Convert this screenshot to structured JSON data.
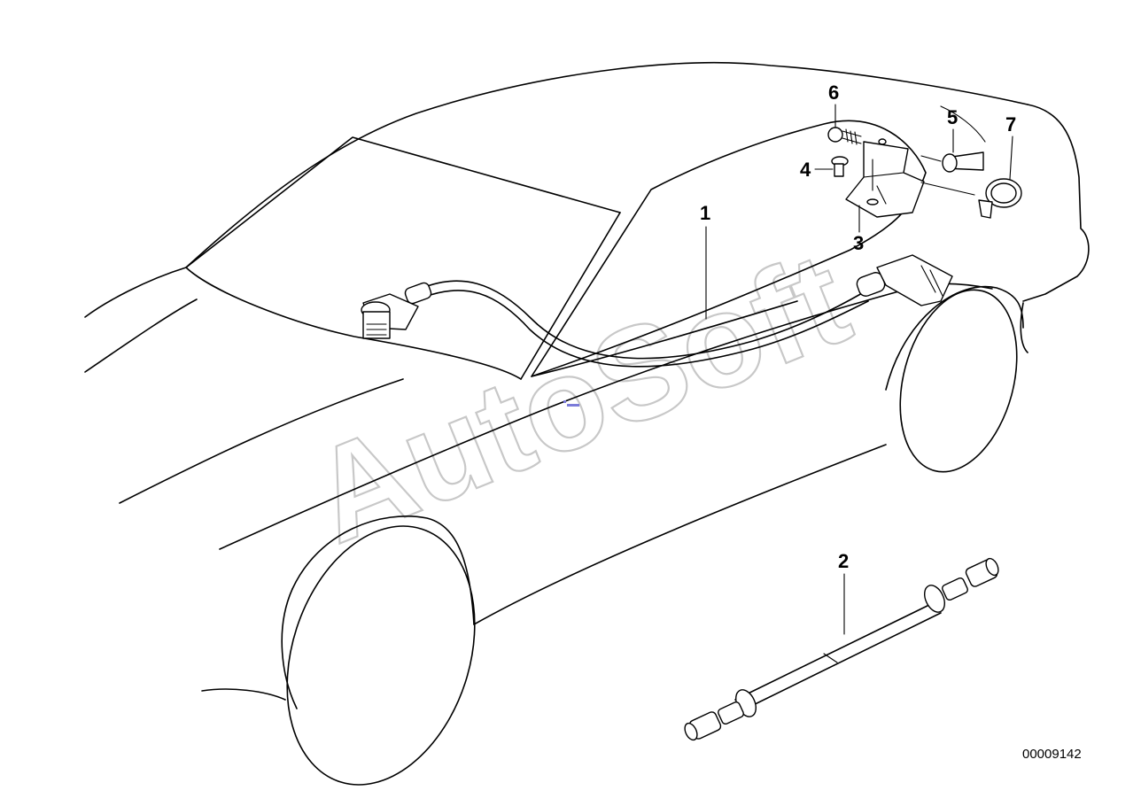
{
  "watermark": "AutoSoft",
  "callouts": [
    {
      "id": "1",
      "label": "1"
    },
    {
      "id": "2",
      "label": "2"
    },
    {
      "id": "3",
      "label": "3"
    },
    {
      "id": "4",
      "label": "4"
    },
    {
      "id": "5",
      "label": "5"
    },
    {
      "id": "6",
      "label": "6"
    },
    {
      "id": "7",
      "label": "7"
    }
  ],
  "diagram_number": "00009142",
  "colors": {
    "line": "#000000",
    "watermark": "#c8c8c8",
    "marker": "#7b7bd9"
  }
}
